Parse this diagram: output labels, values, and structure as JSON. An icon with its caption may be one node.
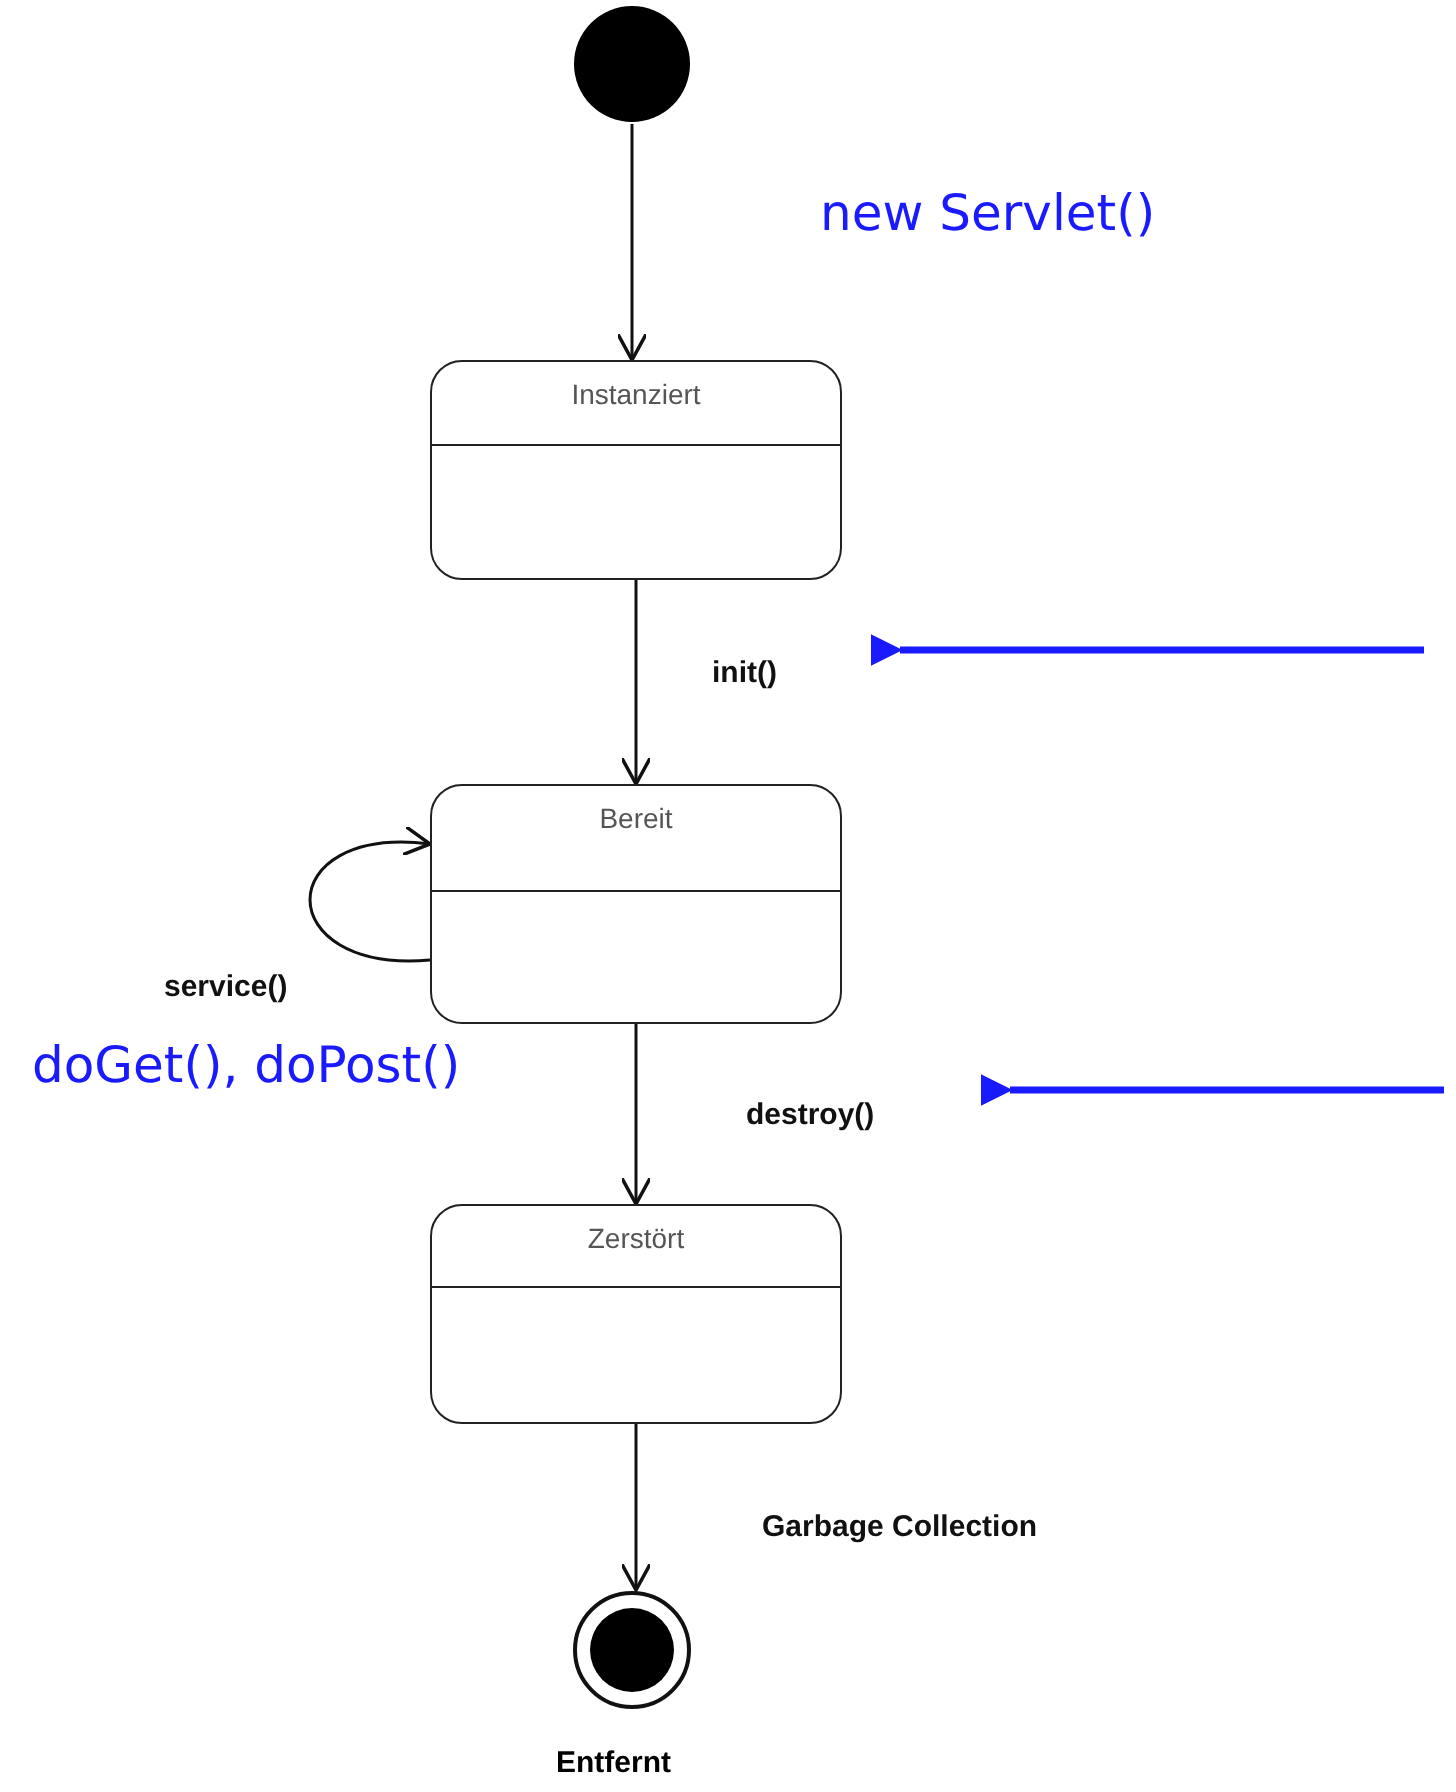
{
  "diagram": {
    "nodes": [
      {
        "text": [],
        "shape": "circle"
      },
      {
        "text": [
          "Instanziert"
        ]
      },
      {
        "text": [
          "Bereit"
        ]
      },
      {
        "text": [
          "Zerstört"
        ]
      },
      {
        "text": [],
        "shape": "circle",
        "beside": [
          "Entfernt"
        ]
      }
    ],
    "edges": [
      {
        "from": 0,
        "to": 1,
        "arrow": "to"
      },
      {
        "from": 1,
        "to": 2,
        "arrow": "to",
        "label": "init()"
      },
      {
        "from": 2,
        "to": 2,
        "arrow": "to",
        "label": "service()"
      },
      {
        "from": 2,
        "to": 3,
        "arrow": "to",
        "label": "destroy()"
      },
      {
        "from": 3,
        "to": 4,
        "arrow": "to",
        "label": "Garbage Collection"
      }
    ],
    "labels": [
      "new Servlet()",
      "doGet(), doPost()"
    ]
  }
}
